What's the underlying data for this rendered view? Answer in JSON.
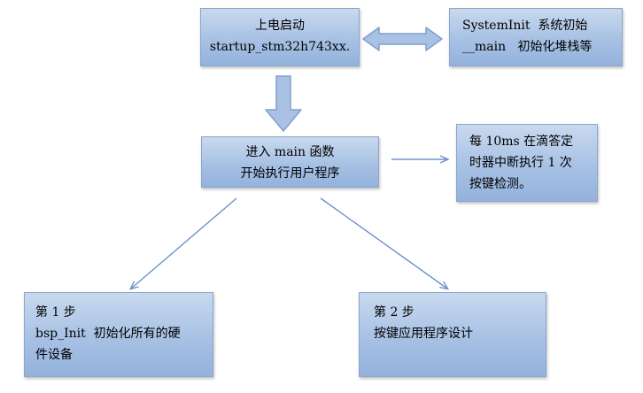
{
  "boxes": {
    "power_on": {
      "line1": "上电启动",
      "line2": "startup_stm32h743xx."
    },
    "system_init": {
      "line1": "SystemInit  系统初始",
      "line2": "__main   初始化堆栈等"
    },
    "enter_main": {
      "line1": "进入 main 函数",
      "line2": "开始执行用户程序"
    },
    "timer": {
      "line1": "每 10ms 在滴答定",
      "line2": "时器中断执行 1 次",
      "line3": "按键检测。"
    },
    "step1": {
      "line1": "第 1 步",
      "line2": "bsp_Init  初始化所有的硬",
      "line3": "件设备"
    },
    "step2": {
      "line1": "第 2 步",
      "line2": "按键应用程序设计"
    }
  },
  "colors": {
    "box_fill_top": "#c9d9ee",
    "box_fill_bottom": "#93b2dc",
    "box_border": "#8aa6cc",
    "arrow_line": "#6f93c7",
    "block_arrow_fill": "#a9c2e4",
    "block_arrow_stroke": "#7f9fcd"
  }
}
